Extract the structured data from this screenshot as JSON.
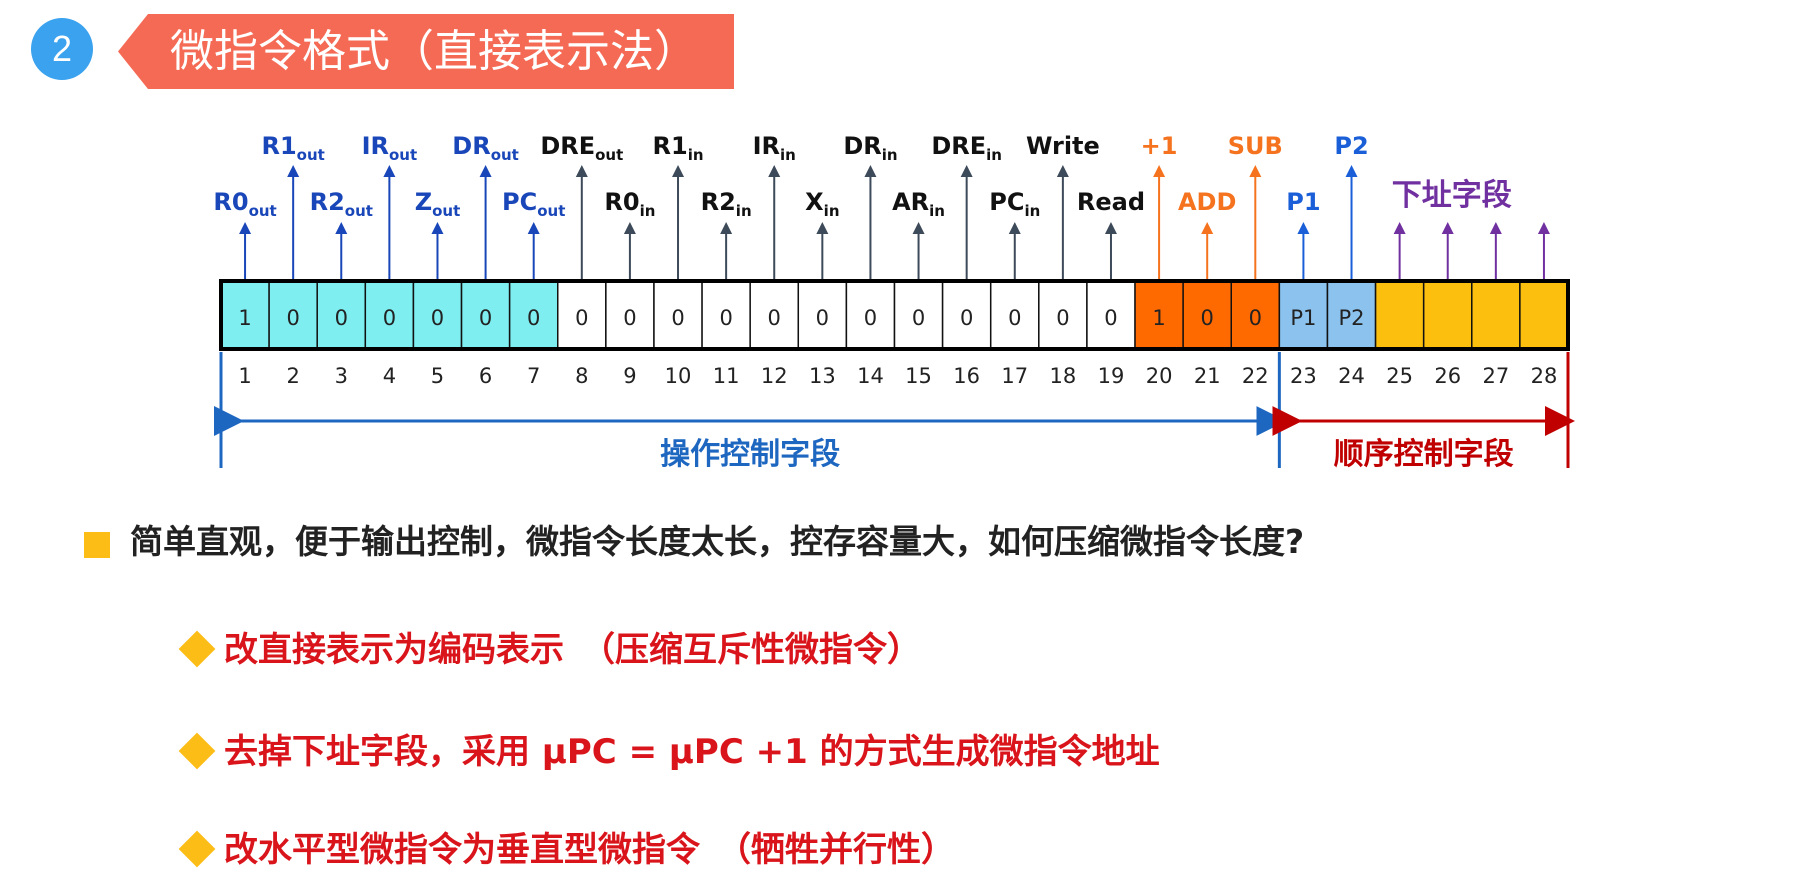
{
  "header": {
    "number": "2",
    "title": "微指令格式（直接表示法）"
  },
  "diagram": {
    "cells": [
      "1",
      "0",
      "0",
      "0",
      "0",
      "0",
      "0",
      "0",
      "0",
      "0",
      "0",
      "0",
      "0",
      "0",
      "0",
      "0",
      "0",
      "0",
      "0",
      "1",
      "0",
      "0",
      "P1",
      "P2",
      "",
      "",
      "",
      ""
    ],
    "cell_colors": [
      "#7eeef0",
      "#7eeef0",
      "#7eeef0",
      "#7eeef0",
      "#7eeef0",
      "#7eeef0",
      "#7eeef0",
      "#ffffff",
      "#ffffff",
      "#ffffff",
      "#ffffff",
      "#ffffff",
      "#ffffff",
      "#ffffff",
      "#ffffff",
      "#ffffff",
      "#ffffff",
      "#ffffff",
      "#ffffff",
      "#ff6a00",
      "#ff6a00",
      "#ff6a00",
      "#8cc2ee",
      "#8cc2ee",
      "#fcbf0e",
      "#fcbf0e",
      "#fcbf0e",
      "#fcbf0e"
    ],
    "bit_numbers": [
      "1",
      "2",
      "3",
      "4",
      "5",
      "6",
      "7",
      "8",
      "9",
      "10",
      "11",
      "12",
      "13",
      "14",
      "15",
      "16",
      "17",
      "18",
      "19",
      "20",
      "21",
      "22",
      "23",
      "24",
      "25",
      "26",
      "27",
      "28"
    ],
    "signals": [
      {
        "base": "R0",
        "sub": "out",
        "row": "low",
        "color": "#1946b8"
      },
      {
        "base": "R1",
        "sub": "out",
        "row": "high",
        "color": "#1946b8"
      },
      {
        "base": "R2",
        "sub": "out",
        "row": "low",
        "color": "#1946b8"
      },
      {
        "base": "IR",
        "sub": "out",
        "row": "high",
        "color": "#1946b8"
      },
      {
        "base": "Z",
        "sub": "out",
        "row": "low",
        "color": "#1946b8"
      },
      {
        "base": "DR",
        "sub": "out",
        "row": "high",
        "color": "#1946b8"
      },
      {
        "base": "PC",
        "sub": "out",
        "row": "low",
        "color": "#1946b8"
      },
      {
        "base": "DRE",
        "sub": "out",
        "row": "high",
        "color": "#111111"
      },
      {
        "base": "R0",
        "sub": "in",
        "row": "low",
        "color": "#111111"
      },
      {
        "base": "R1",
        "sub": "in",
        "row": "high",
        "color": "#111111"
      },
      {
        "base": "R2",
        "sub": "in",
        "row": "low",
        "color": "#111111"
      },
      {
        "base": "IR",
        "sub": "in",
        "row": "high",
        "color": "#111111"
      },
      {
        "base": "X",
        "sub": "in",
        "row": "low",
        "color": "#111111"
      },
      {
        "base": "DR",
        "sub": "in",
        "row": "high",
        "color": "#111111"
      },
      {
        "base": "AR",
        "sub": "in",
        "row": "low",
        "color": "#111111"
      },
      {
        "base": "DRE",
        "sub": "in",
        "row": "high",
        "color": "#111111"
      },
      {
        "base": "PC",
        "sub": "in",
        "row": "low",
        "color": "#111111"
      },
      {
        "base": "Write",
        "sub": "",
        "row": "high",
        "color": "#111111"
      },
      {
        "base": "Read",
        "sub": "",
        "row": "low",
        "color": "#111111"
      },
      {
        "base": "+1",
        "sub": "",
        "row": "high",
        "color": "#f5731f"
      },
      {
        "base": "ADD",
        "sub": "",
        "row": "low",
        "color": "#f5731f"
      },
      {
        "base": "SUB",
        "sub": "",
        "row": "high",
        "color": "#f5731f"
      },
      {
        "base": "P1",
        "sub": "",
        "row": "low",
        "color": "#1a5fd8"
      },
      {
        "base": "P2",
        "sub": "",
        "row": "high",
        "color": "#1a5fd8"
      },
      {
        "base": "",
        "sub": "",
        "row": "low",
        "color": "#7030a0"
      },
      {
        "base": "",
        "sub": "",
        "row": "low",
        "color": "#7030a0"
      },
      {
        "base": "",
        "sub": "",
        "row": "low",
        "color": "#7030a0"
      },
      {
        "base": "",
        "sub": "",
        "row": "low",
        "color": "#7030a0"
      }
    ],
    "next_addr_label": "下址字段",
    "op_field_label": "操作控制字段",
    "seq_field_label": "顺序控制字段"
  },
  "bullets": {
    "question": "简单直观，便于输出控制，微指令长度太长，控存容量大，如何压缩微指令长度?",
    "items": [
      "改直接表示为编码表示　（压缩互斥性微指令）",
      "去掉下址字段，采用 μPC = μPC +1 的方式生成微指令地址",
      "改水平型微指令为垂直型微指令　（牺牲并行性）"
    ]
  }
}
